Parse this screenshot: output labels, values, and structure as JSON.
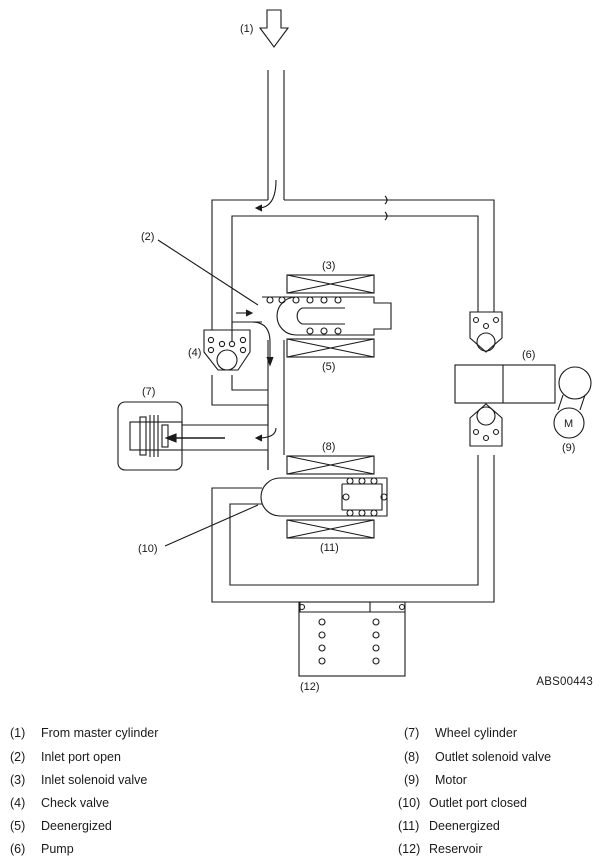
{
  "figure_id": "ABS00443",
  "callouts": {
    "c1": "(1)",
    "c2": "(2)",
    "c3": "(3)",
    "c4": "(4)",
    "c5": "(5)",
    "c6": "(6)",
    "c7": "(7)",
    "c8": "(8)",
    "c9": "(9)",
    "c10": "(10)",
    "c11": "(11)",
    "c12": "(12)",
    "motor_symbol": "M"
  },
  "legend": {
    "left": [
      {
        "num": "(1)",
        "text": "From master cylinder"
      },
      {
        "num": "(2)",
        "text": "Inlet port open"
      },
      {
        "num": "(3)",
        "text": "Inlet solenoid valve"
      },
      {
        "num": "(4)",
        "text": "Check valve"
      },
      {
        "num": "(5)",
        "text": "Deenergized"
      },
      {
        "num": "(6)",
        "text": "Pump"
      }
    ],
    "right": [
      {
        "num": "(7)",
        "text": "Wheel cylinder"
      },
      {
        "num": "(8)",
        "text": "Outlet solenoid valve"
      },
      {
        "num": "(9)",
        "text": "Motor"
      },
      {
        "num": "(10)",
        "text": "Outlet port closed"
      },
      {
        "num": "(11)",
        "text": "Deenergized"
      },
      {
        "num": "(12)",
        "text": "Reservoir"
      }
    ]
  }
}
